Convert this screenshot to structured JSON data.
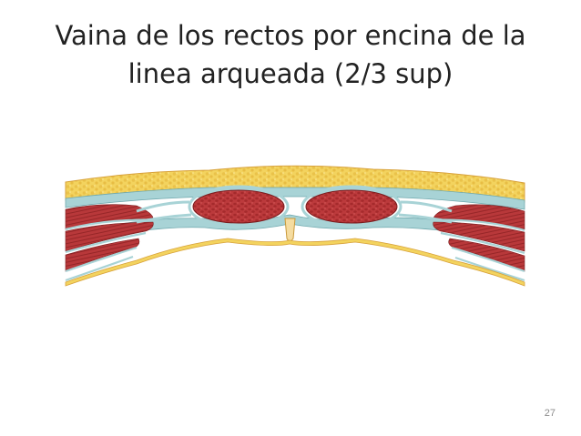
{
  "slide": {
    "title_line1": "Vaina de los rectos por encina de la",
    "title_line2": "linea arqueada (2/3 sup)",
    "page_number": "27"
  },
  "colors": {
    "background": "#ffffff",
    "fat": "#f3d35e",
    "fat_dots": "#e5b83a",
    "fascia": "#a8d3d6",
    "muscle": "#b8383a",
    "muscle_dark": "#8f2224",
    "outline": "#d8a23c"
  }
}
